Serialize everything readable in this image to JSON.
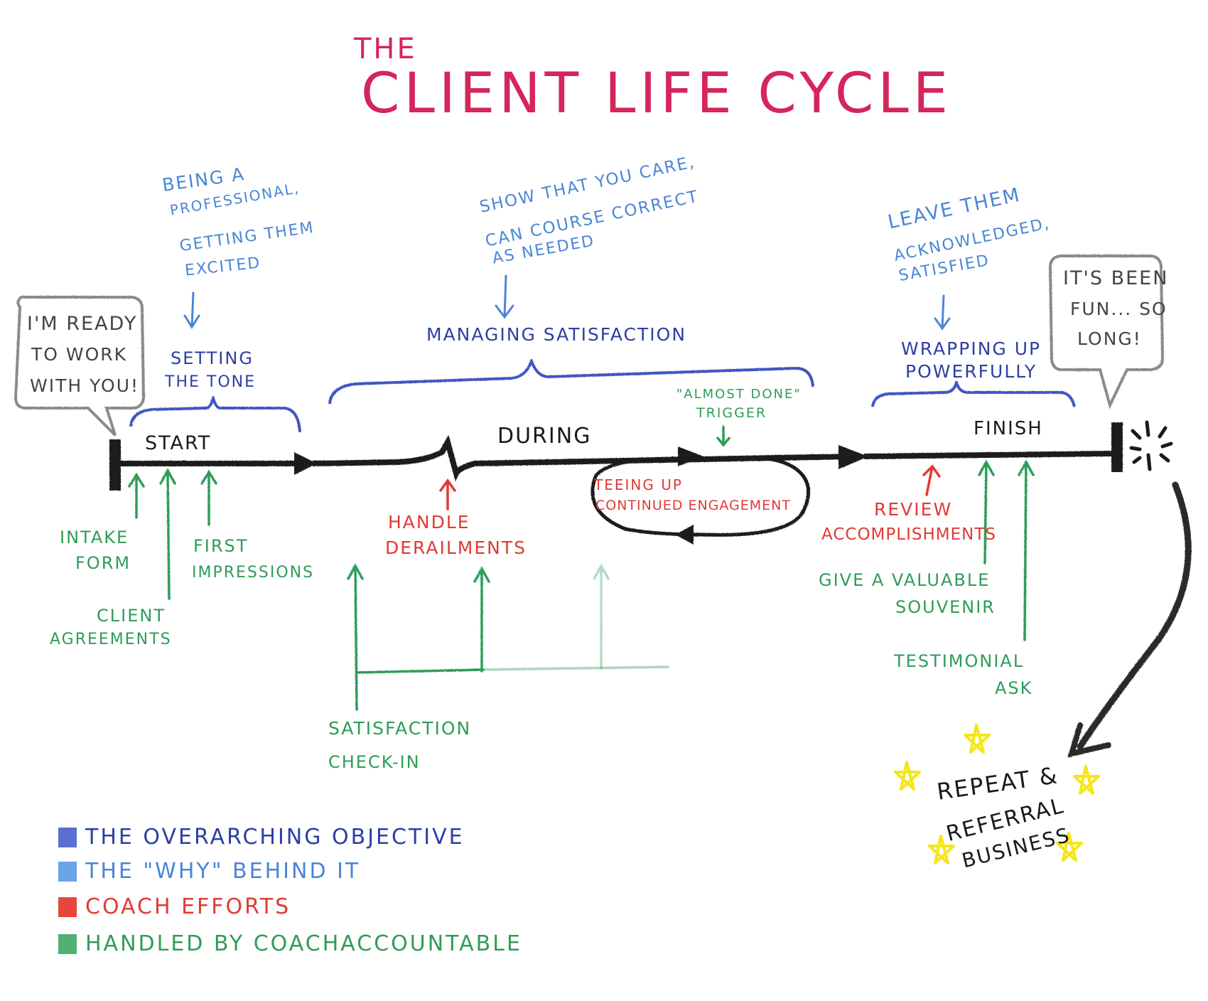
{
  "title": {
    "prefix": "The",
    "main": "Client Life Cycle"
  },
  "colors": {
    "title": "#d4265a",
    "overarching_objective": "#2d3fa3",
    "why": "#4a86d6",
    "coach_efforts": "#e03a35",
    "coachaccountable": "#2e9c58",
    "timeline": "#1a1a1a",
    "bubble": "#555555",
    "stars": "#f5e619"
  },
  "speech_bubbles": {
    "start": [
      "I'm ready",
      "to work",
      "with you!"
    ],
    "end": [
      "It's been",
      "fun... so",
      "long!"
    ]
  },
  "phases": [
    {
      "name": "Start",
      "objective": [
        "Setting",
        "the tone"
      ],
      "why": [
        "Being a",
        "professional,",
        "getting them",
        "excited"
      ]
    },
    {
      "name": "During",
      "objective": [
        "Managing satisfaction"
      ],
      "why": [
        "Show that you care,",
        "can course correct",
        "as needed"
      ]
    },
    {
      "name": "Finish",
      "objective": [
        "Wrapping up",
        "powerfully"
      ],
      "why": [
        "Leave them",
        "acknowledged,",
        "satisfied"
      ]
    }
  ],
  "start_items": {
    "intake_form": [
      "Intake",
      "form"
    ],
    "client_agreements": [
      "Client",
      "agreements"
    ],
    "first_impressions": [
      "First",
      "impressions"
    ]
  },
  "during_items": {
    "handle_derailments": [
      "Handle",
      "derailments"
    ],
    "satisfaction_checkin": [
      "Satisfaction",
      "check-in"
    ],
    "almost_done_trigger": [
      "\"Almost done\"",
      "trigger"
    ],
    "teeing_up": [
      "Teeing up",
      "continued engagement"
    ]
  },
  "finish_items": {
    "review_accomplishments": [
      "Review",
      "accomplishments"
    ],
    "valuable_souvenir": [
      "Give a valuable",
      "souvenir"
    ],
    "testimonial_ask": [
      "Testimonial",
      "ask"
    ]
  },
  "outcome": [
    "Repeat &",
    "referral",
    "business"
  ],
  "legend": [
    {
      "label": "The overarching Objective",
      "color_key": "overarching_objective"
    },
    {
      "label": "The \"Why\" behind it",
      "color_key": "why"
    },
    {
      "label": "Coach efforts",
      "color_key": "coach_efforts"
    },
    {
      "label": "Handled by CoachAccountable",
      "color_key": "coachaccountable"
    }
  ]
}
